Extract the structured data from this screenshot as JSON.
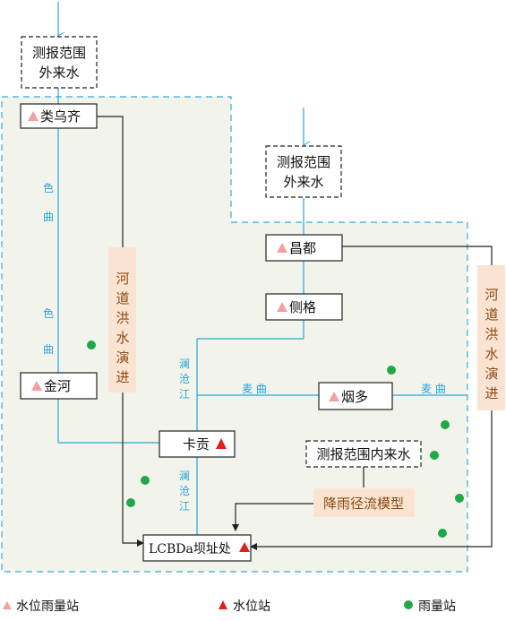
{
  "colors": {
    "river": "#29a3d8",
    "region_fill": "#f2f4ec",
    "region_border": "#3aa8dc",
    "flood_box": "#fbe3d1",
    "rain_station": "#1fa847",
    "level_station": "#e02020",
    "combo_station": "#f4a0a0",
    "line": "#222222"
  },
  "external_inflow_1": {
    "line1": "测报范围",
    "line2": "外来水"
  },
  "external_inflow_2": {
    "line1": "测报范围",
    "line2": "外来水"
  },
  "stations": {
    "leiwuqi": "类乌齐",
    "changdu": "昌都",
    "cege": "侧格",
    "jinhe": "金河",
    "yanduo": "烟多",
    "kagong": "卡贡",
    "dam": "LCBDa坝址处"
  },
  "rivers": {
    "sequ_char1": "色",
    "sequ_char2": "曲",
    "lancang_char1": "澜",
    "lancang_char2": "沧",
    "lancang_char3": "江",
    "maiqu_1": "麦 曲",
    "maiqu_2": "麦 曲"
  },
  "flood_routing_left": [
    "河",
    "道",
    "洪",
    "水",
    "演",
    "进"
  ],
  "flood_routing_right": [
    "河",
    "道",
    "洪",
    "水",
    "演",
    "进"
  ],
  "inner_inflow": "测报范围内来水",
  "rainfall_runoff_model": "降雨径流模型",
  "legend": {
    "combo_station": "水位雨量站",
    "level_station": "水位站",
    "rain_station": "雨量站"
  }
}
